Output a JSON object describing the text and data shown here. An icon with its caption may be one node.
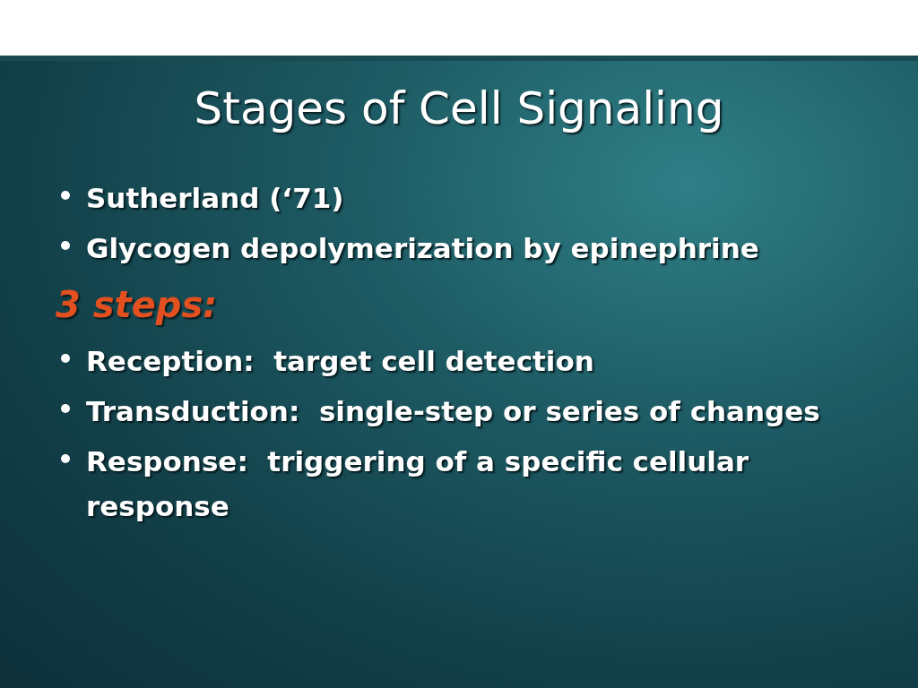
{
  "diagram": {
    "title": "Stages of Cell Signaling",
    "labels": [
      "Sutherland (‘71)",
      "Glycogen depolymerization by epinephrine",
      "3 steps:",
      "Reception:  target cell detection",
      "Transduction:  single-step or series of changes",
      "Response:  triggering of a specific cellular response"
    ]
  }
}
